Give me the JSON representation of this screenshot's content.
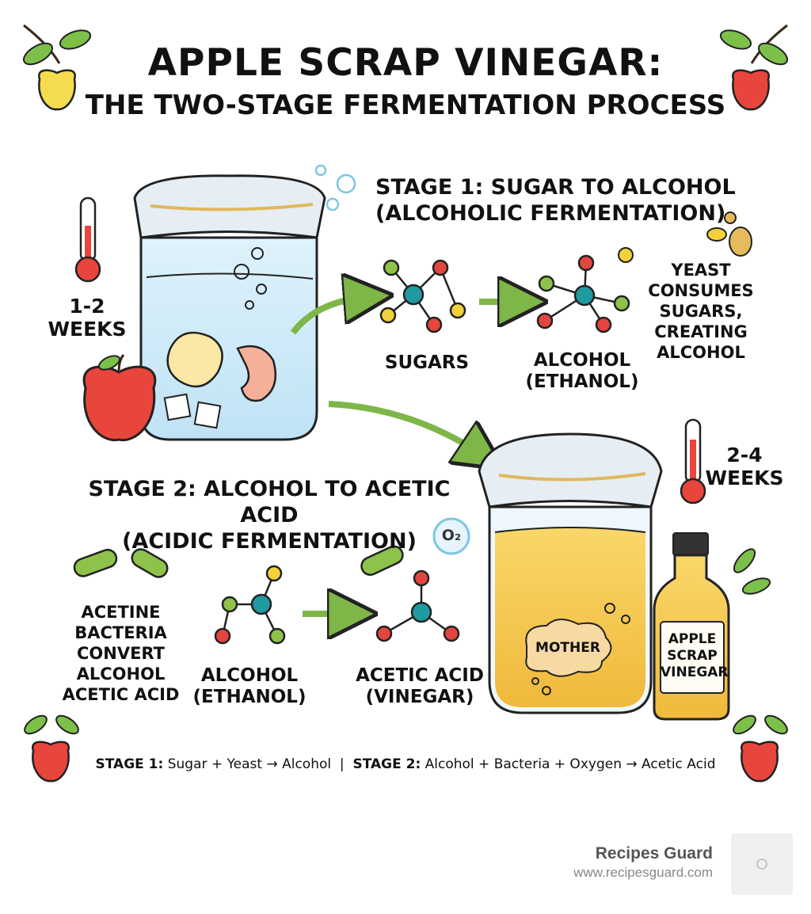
{
  "title": {
    "line1": "APPLE SCRAP VINEGAR:",
    "line2": "THE TWO-STAGE FERMENTATION PROCESS"
  },
  "stage1": {
    "heading_line1": "STAGE 1: SUGAR TO ALCOHOL",
    "heading_line2": "(ALCOHOLIC FERMENTATION)",
    "duration_line1": "1-2",
    "duration_line2": "WEEKS",
    "input_label": "SUGARS",
    "output_label_line1": "ALCOHOL",
    "output_label_line2": "(ETHANOL)",
    "note_lines": [
      "YEAST",
      "CONSUMES",
      "SUGARS,",
      "CREATING",
      "ALCOHOL"
    ]
  },
  "stage2": {
    "heading_line1": "STAGE 2: ALCOHOL TO ACETIC ACID",
    "heading_line2": "(ACIDIC FERMENTATION)",
    "duration_line1": "2-4",
    "duration_line2": "WEEKS",
    "note_lines": [
      "ACETINE",
      "BACTERIA",
      "CONVERT",
      "ALCOHOL",
      "ACETIC ACID"
    ],
    "input_label_line1": "ALCOHOL",
    "input_label_line2": "(ETHANOL)",
    "output_label_line1": "ACETIC ACID",
    "output_label_line2": "(VINEGAR)",
    "oxygen_label": "O₂",
    "mother_label": "MOTHER",
    "bottle_label_lines": [
      "APPLE",
      "SCRAP",
      "VINEGAR"
    ]
  },
  "summary": {
    "stage1_prefix": "STAGE 1:",
    "stage1_text": " Sugar + Yeast → Alcohol  |  ",
    "stage2_prefix": "STAGE 2:",
    "stage2_text": " Alcohol + Bacteria + Oxygen → Acetic Acid"
  },
  "brand": {
    "name": "Recipes Guard",
    "url": "www.recipesguard.com"
  },
  "colors": {
    "arrow_green": "#7fb648",
    "liquid_blue": "#cfeaf8",
    "liquid_amber": "#f6c84a",
    "apple_red": "#e8453c",
    "atom_teal": "#1f9aa0",
    "atom_red": "#e3453f",
    "atom_yellow": "#f3d13a",
    "atom_green": "#8ec24a"
  },
  "icons": [
    "thermometer-icon",
    "apple-icon",
    "leaf-icon",
    "bubble-icon",
    "yeast-icon",
    "bacteria-icon",
    "molecule-icon",
    "oxygen-icon",
    "bottle-icon",
    "jar-icon"
  ]
}
